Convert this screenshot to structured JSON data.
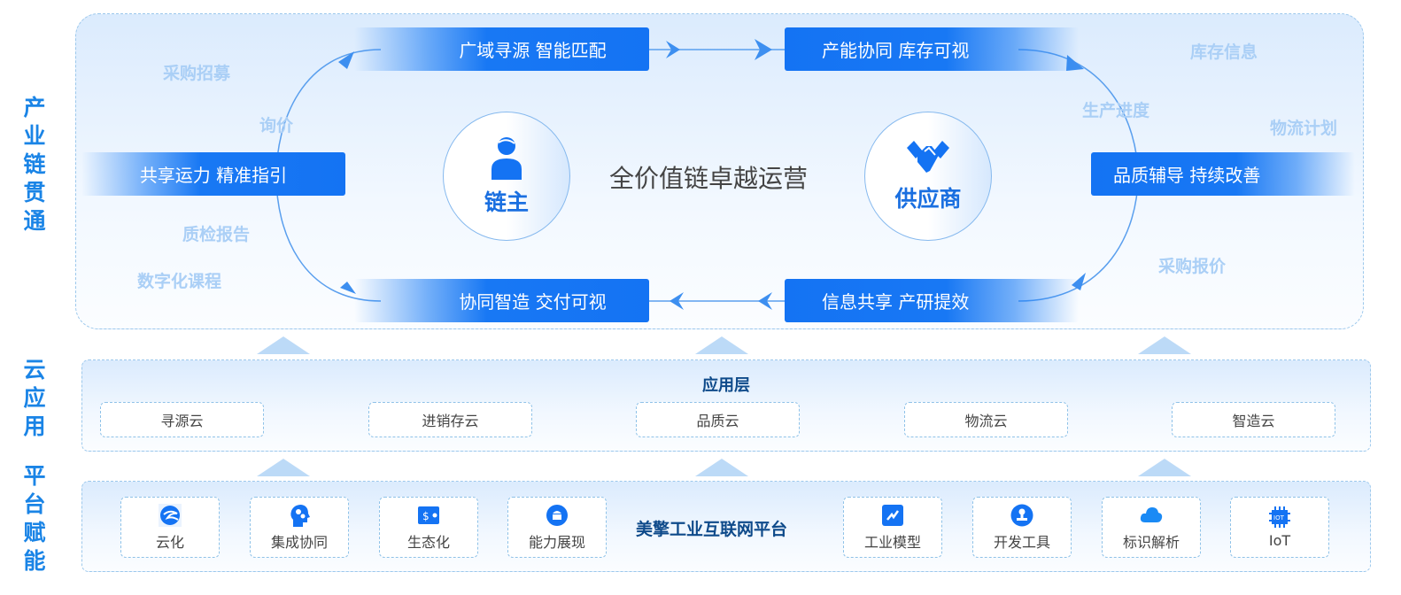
{
  "side_labels": {
    "chain": "产业链贯通",
    "cloud": "云应用",
    "platform": "平台赋能"
  },
  "loop": {
    "top_left": "广域寻源 智能匹配",
    "top_right": "产能协同 库存可视",
    "left": "共享运力 精准指引",
    "right": "品质辅导 持续改善",
    "bottom_left": "协同智造 交付可视",
    "bottom_right": "信息共享 产研提效"
  },
  "center_title": "全价值链卓越运营",
  "roles": {
    "owner": "链主",
    "supplier": "供应商"
  },
  "floating_tags": [
    "采购招募",
    "询价",
    "质检报告",
    "数字化课程",
    "库存信息",
    "生产进度",
    "物流计划",
    "采购报价"
  ],
  "app_layer": {
    "title": "应用层",
    "items": [
      "寻源云",
      "进销存云",
      "品质云",
      "物流云",
      "智造云"
    ]
  },
  "platform": {
    "title": "美擎工业互联网平台",
    "items": [
      {
        "label": "云化",
        "icon": "cloud-logo-icon"
      },
      {
        "label": "集成协同",
        "icon": "head-gears-icon"
      },
      {
        "label": "生态化",
        "icon": "wallet-icon"
      },
      {
        "label": "能力展现",
        "icon": "android-icon"
      },
      {
        "label": "工业模型",
        "icon": "chart-icon"
      },
      {
        "label": "开发工具",
        "icon": "stamp-icon"
      },
      {
        "label": "标识解析",
        "icon": "cloud-icon"
      },
      {
        "label": "IoT",
        "icon": "chip-icon"
      }
    ]
  },
  "colors": {
    "accent": "#1473f3",
    "side_label": "#1a84e6",
    "tag": "#aacff6",
    "platform_title": "#0e4a8a"
  }
}
